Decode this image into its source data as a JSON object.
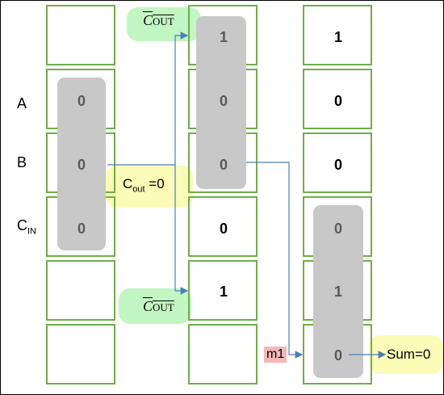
{
  "row_labels": {
    "a": "A",
    "b": "B",
    "cin_main": "C",
    "cin_sub": "IN"
  },
  "columns": [
    {
      "cells": [
        "",
        "0",
        "0",
        "0",
        "",
        ""
      ]
    },
    {
      "cells": [
        "1",
        "0",
        "0",
        "0",
        "1",
        ""
      ]
    },
    {
      "cells": [
        "1",
        "0",
        "0",
        "0",
        "1",
        "0"
      ]
    }
  ],
  "annotations": {
    "cout_bar_top": {
      "main": "C",
      "sub": "OUT"
    },
    "cout_bar_bottom": {
      "main": "C",
      "sub": "OUT"
    },
    "cout_eq": {
      "main": "C",
      "sub": "out",
      "rest": " =0"
    },
    "m1": "m1",
    "sum": "Sum=0"
  },
  "colors": {
    "cell_border": "#70ad47",
    "pill": "#c8c8c8",
    "arrow": "#4a7ebb",
    "highlight_green": "#b7f5b7",
    "highlight_yellow": "#fafcb0",
    "highlight_red": "#f4b8b8"
  }
}
